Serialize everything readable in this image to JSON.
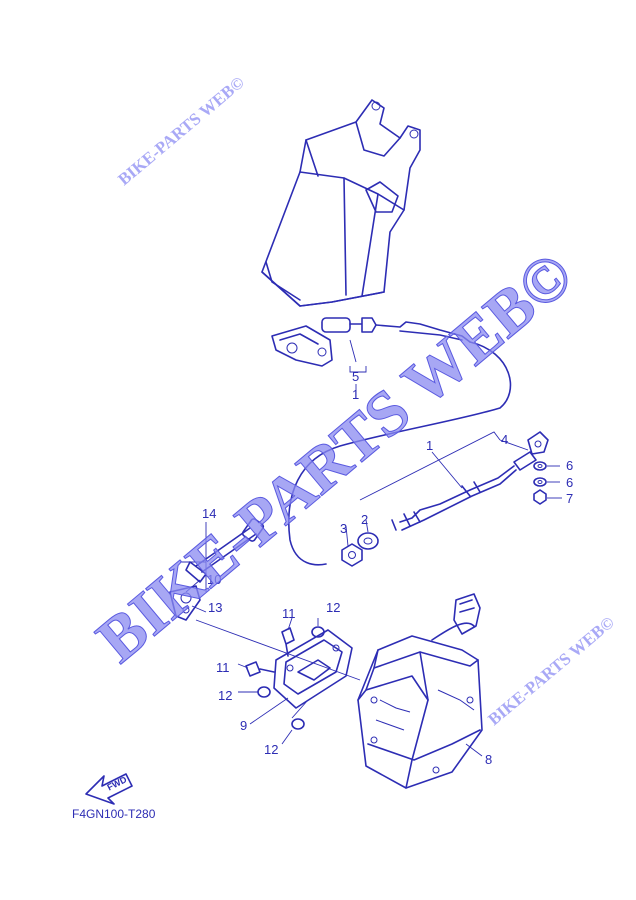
{
  "watermarks": {
    "main": "BIKE-PARTS WEB©",
    "small_top": "BIKE-PARTS WEB©",
    "small_bottom": "BIKE-PARTS WEB©"
  },
  "callouts": {
    "c1_top": "1",
    "c5": "5",
    "c1_mid": "1",
    "c4": "4",
    "c6a": "6",
    "c6b": "6",
    "c7": "7",
    "c3": "3",
    "c2": "2",
    "c14": "14",
    "c10": "10",
    "c13": "13",
    "c11a": "11",
    "c12a": "12",
    "c11b": "11",
    "c12b": "12",
    "c9": "9",
    "c12c": "12",
    "c8": "8"
  },
  "fwd_label": "FWD",
  "diagram_code": "F4GN100-T280",
  "colors": {
    "line": "#2d2db4",
    "watermark": "#8a8af0"
  }
}
